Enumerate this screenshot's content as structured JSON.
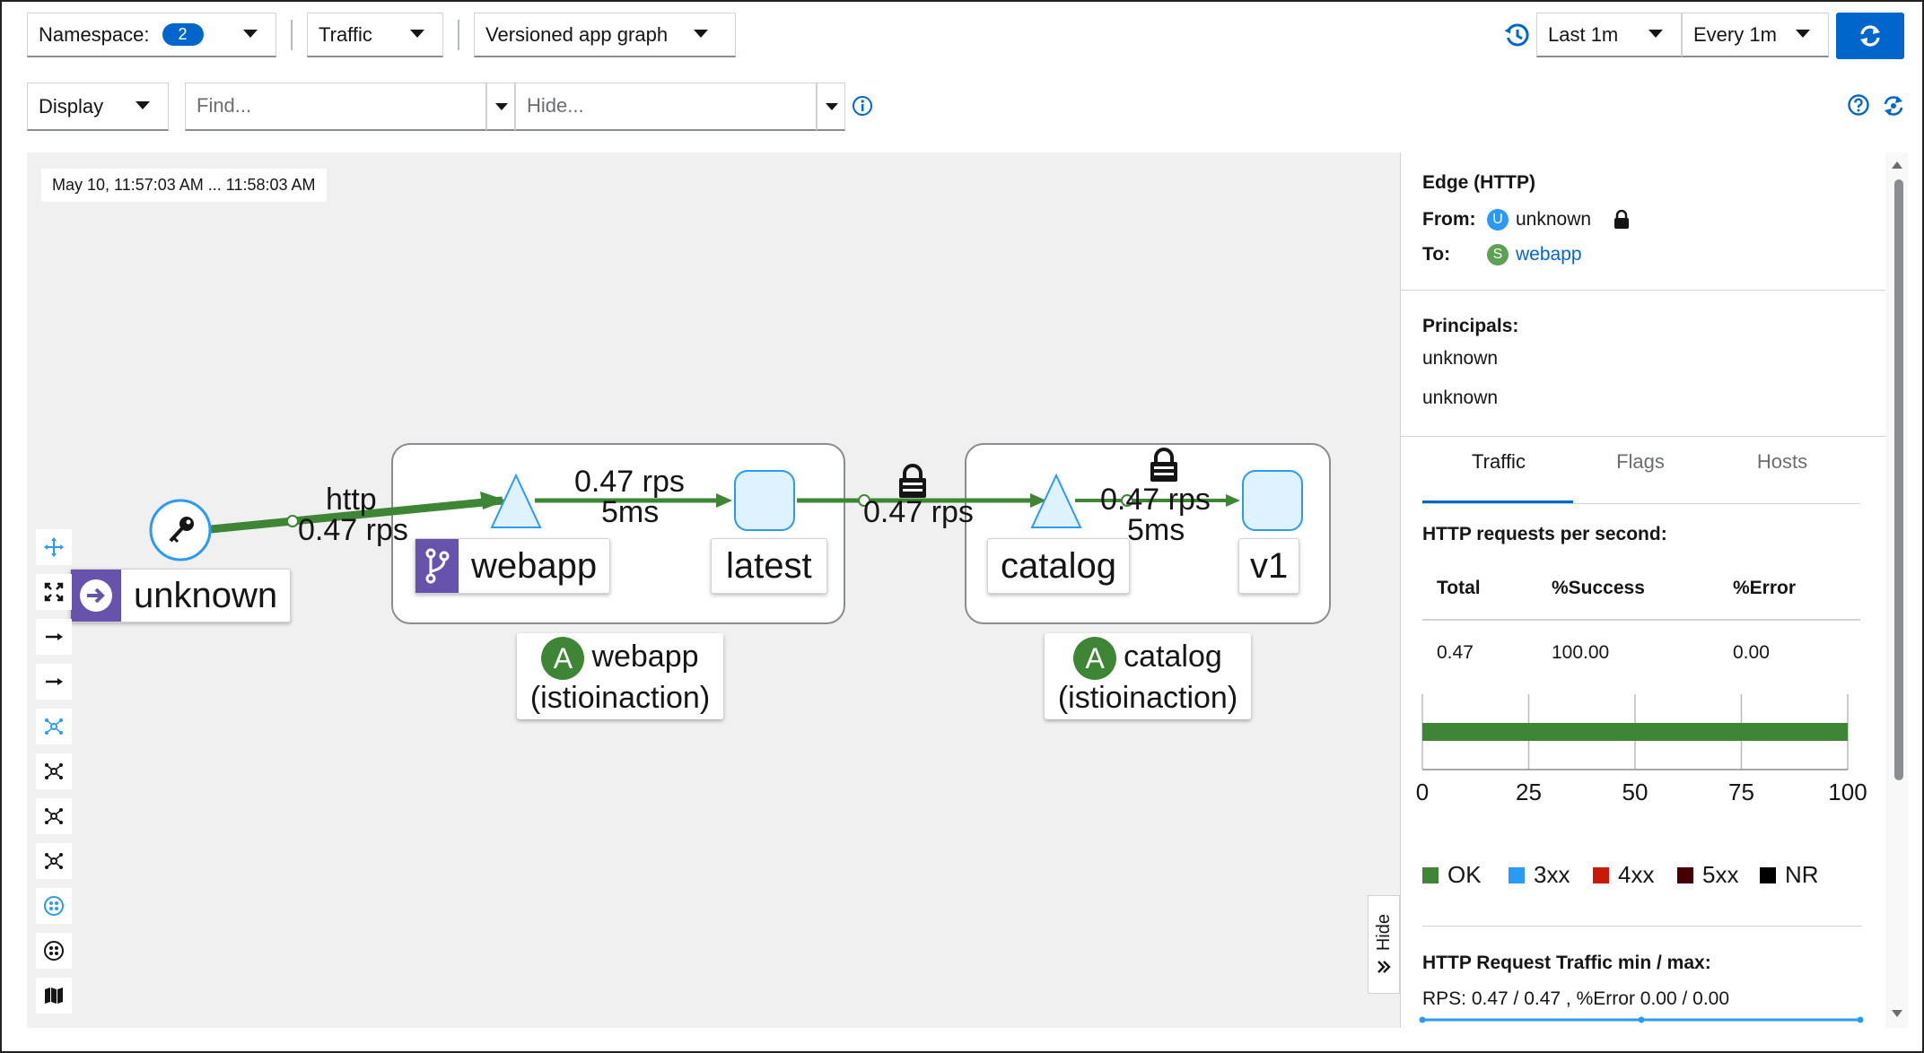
{
  "toolbar": {
    "namespace_label": "Namespace:",
    "namespace_count": "2",
    "traffic_label": "Traffic",
    "graph_type_label": "Versioned app graph",
    "duration_label": "Last 1m",
    "refresh_interval_label": "Every 1m",
    "display_label": "Display",
    "find_placeholder": "Find...",
    "hide_placeholder": "Hide..."
  },
  "graph": {
    "time_range": "May 10, 11:57:03 AM ... 11:58:03 AM",
    "nodes": {
      "unknown": "unknown",
      "webapp_service": "webapp",
      "webapp_version": "latest",
      "catalog_service": "catalog",
      "catalog_version": "v1"
    },
    "edges": {
      "unknown_to_webapp_protocol": "http",
      "unknown_to_webapp_rps": "0.47 rps",
      "webapp_internal_rps": "0.47 rps",
      "webapp_internal_latency": "5ms",
      "webapp_to_catalog_rps": "0.47 rps",
      "catalog_internal_rps": "0.47 rps",
      "catalog_internal_latency": "5ms"
    },
    "app_boxes": [
      {
        "badge": "A",
        "name": "webapp",
        "namespace": "(istioinaction)"
      },
      {
        "badge": "A",
        "name": "catalog",
        "namespace": "(istioinaction)"
      }
    ],
    "hide_label": "Hide"
  },
  "panel": {
    "title": "Edge (HTTP)",
    "from_label": "From:",
    "from_badge": "U",
    "from_value": "unknown",
    "to_label": "To:",
    "to_badge": "S",
    "to_value": "webapp",
    "principals_label": "Principals:",
    "principals": [
      "unknown",
      "unknown"
    ],
    "tabs": [
      "Traffic",
      "Flags",
      "Hosts"
    ],
    "active_tab": "Traffic",
    "rps_section_title": "HTTP requests per second:",
    "table": {
      "headers": [
        "Total",
        "%Success",
        "%Error"
      ],
      "row": [
        "0.47",
        "100.00",
        "0.00"
      ]
    },
    "minmax_title": "HTTP Request Traffic min / max:",
    "minmax_value": "RPS: 0.47 / 0.47 , %Error 0.00 / 0.00"
  },
  "colors": {
    "primary": "#0066cc",
    "ok": "#3e8635",
    "code_3xx": "#2b9af3",
    "code_4xx": "#c9190b",
    "code_5xx": "#470000",
    "code_nr": "#000000",
    "node_blue": "#2b9af3",
    "app_purple": "#6753ac"
  },
  "chart_data": {
    "type": "bar",
    "orientation": "horizontal",
    "categories": [
      ""
    ],
    "series": [
      {
        "name": "OK",
        "values": [
          100
        ]
      },
      {
        "name": "3xx",
        "values": [
          0
        ]
      },
      {
        "name": "4xx",
        "values": [
          0
        ]
      },
      {
        "name": "5xx",
        "values": [
          0
        ]
      },
      {
        "name": "NR",
        "values": [
          0
        ]
      }
    ],
    "xlim": [
      0,
      100
    ],
    "xticks": [
      "0",
      "25",
      "50",
      "75",
      "100"
    ],
    "grid": true,
    "legend_position": "bottom"
  }
}
